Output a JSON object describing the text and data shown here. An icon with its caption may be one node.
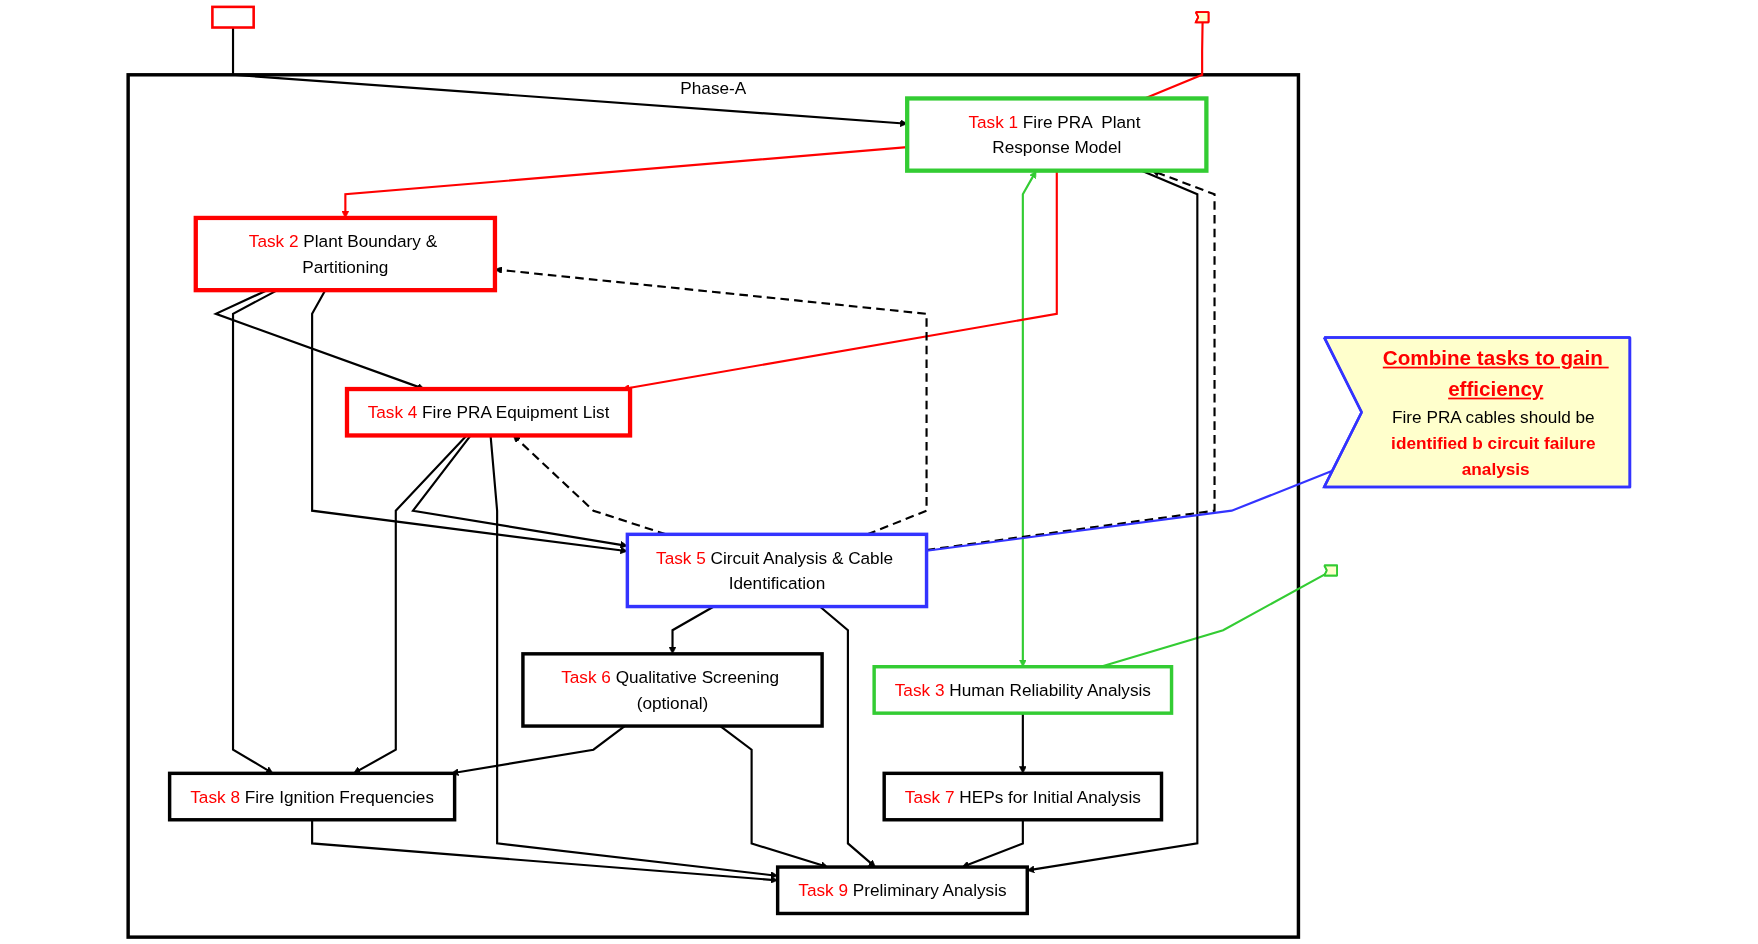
{
  "diagram": {
    "nodes": [
      {
        "text": [],
        "shape": "box"
      },
      {
        "text": [],
        "shape": "callout"
      },
      {
        "text": [],
        "shape": "callout"
      },
      {
        "text": [
          "Phase-A"
        ]
      },
      {
        "text": [
          "Task 2",
          "Plant Boundary & Partitioning"
        ],
        "in": 3
      },
      {
        "text": [
          "Task 1",
          "Fire PRA  Plant Response Model"
        ],
        "in": 3
      },
      {
        "text": [
          "Task 3",
          "Human Reliability Analysis"
        ],
        "in": 3
      },
      {
        "text": [
          "Task 4",
          "Fire PRA  Equipment List"
        ],
        "in": 3
      },
      {
        "text": [
          "Task 7",
          "HEPs for Initial Analysis"
        ],
        "in": 3
      },
      {
        "text": [
          "Combine tasks to gain efficiency",
          "Fire PRA cables should be **identified b circuit failure analysis**"
        ]
      },
      {
        "text": [
          "Task 5",
          "Circuit Analysis & Cable Identification"
        ],
        "in": 3
      },
      {
        "text": [
          "Task 8",
          "Fire Ignition Frequencies"
        ],
        "in": 3
      },
      {
        "text": [
          "Task 6",
          "Qualitative Screening (optional)"
        ],
        "in": 3
      },
      {
        "text": [
          "Task 9",
          "Preliminary Analysis"
        ],
        "in": 3
      }
    ],
    "edges": [
      {
        "from": 0,
        "to": 5,
        "arrow": "to"
      },
      {
        "from": 1,
        "to": 5,
        "arrow": "none",
        "color": "#ff0000"
      },
      {
        "from": 2,
        "to": 6,
        "arrow": "none",
        "color": "#33cc33"
      },
      {
        "from": 5,
        "to": 4,
        "arrow": "to",
        "color": "#ff0000"
      },
      {
        "from": 5,
        "to": 6,
        "arrow": "both",
        "color": "#33cc33"
      },
      {
        "from": 5,
        "to": 7,
        "arrow": "to",
        "color": "#ff0000"
      },
      {
        "from": 4,
        "to": 7,
        "arrow": "to"
      },
      {
        "from": 4,
        "to": 11,
        "arrow": "to"
      },
      {
        "from": 4,
        "to": 10,
        "arrow": "to"
      },
      {
        "from": 10,
        "to": 4,
        "arrow": "to",
        "style": "dashed"
      },
      {
        "from": 7,
        "to": 11,
        "arrow": "to"
      },
      {
        "from": 7,
        "to": 10,
        "arrow": "to"
      },
      {
        "from": 10,
        "to": 7,
        "arrow": "to",
        "style": "dashed"
      },
      {
        "from": 7,
        "to": 13,
        "arrow": "to"
      },
      {
        "from": 10,
        "to": 5,
        "arrow": "to",
        "style": "dashed"
      },
      {
        "from": 5,
        "to": 13,
        "arrow": "to"
      },
      {
        "from": 6,
        "to": 8,
        "arrow": "to"
      },
      {
        "from": 8,
        "to": 13,
        "arrow": "to"
      },
      {
        "from": 9,
        "to": 10,
        "arrow": "none",
        "color": "#3333ff"
      },
      {
        "from": 10,
        "to": 12,
        "arrow": "to"
      },
      {
        "from": 10,
        "to": 13,
        "arrow": "to"
      },
      {
        "from": 12,
        "to": 11,
        "arrow": "to"
      },
      {
        "from": 12,
        "to": 13,
        "arrow": "to"
      },
      {
        "from": 11,
        "to": 13,
        "arrow": "to"
      }
    ]
  }
}
